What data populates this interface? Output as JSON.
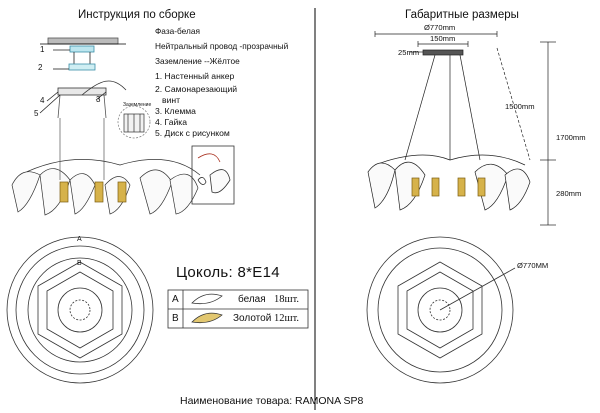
{
  "left": {
    "title": "Инструкция по сборке",
    "wire_notes": [
      "Фаза-белая",
      "Нейтральный провод -прозрачный",
      "Заземление --Жёлтое"
    ],
    "parts": [
      "1. Настенный анкер",
      "2. Самонарезающий",
      "винт",
      "3. Клемма",
      "4. Гайка",
      "5. Диск с рисунком"
    ],
    "callouts": [
      "1",
      "2",
      "4",
      "5",
      "3"
    ],
    "terminal_label": "Заземление",
    "socket_caption": "Цоколь:  8*E14",
    "legend": [
      {
        "key": "A",
        "name": "белая",
        "qty": "18шт."
      },
      {
        "key": "B",
        "name": "Золотой",
        "qty": "12шт."
      }
    ],
    "plan_letters": [
      "A",
      "B"
    ]
  },
  "right": {
    "title": "Габаритные размеры",
    "dims": {
      "overall_dia": "Ø770mm",
      "canopy_outer": "150mm",
      "canopy_inner": "25mm",
      "cable_len": "1500mm",
      "total_h": "1700mm",
      "body_h": "280mm",
      "plan_dia": "Ø770MM"
    }
  },
  "footer": "Наименование товара: RAMONA SP8"
}
